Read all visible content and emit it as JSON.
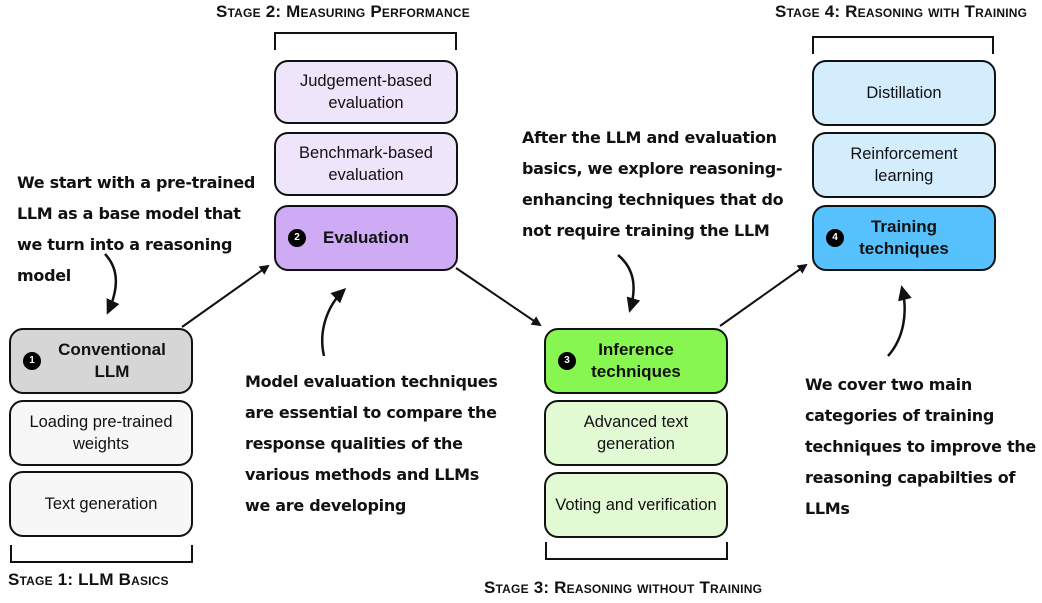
{
  "stages": {
    "stage1": {
      "title": "Stage 1: LLM Basics",
      "main": {
        "badge": "1",
        "label_line1": "Conventional",
        "label_line2": "LLM",
        "color": "#d6d6d6"
      },
      "items": [
        {
          "label": "Loading pre-trained weights",
          "color": "#f7f7f7"
        },
        {
          "label": "Text generation",
          "color": "#f7f7f7"
        }
      ]
    },
    "stage2": {
      "title": "Stage 2: Measuring Performance",
      "main": {
        "badge": "2",
        "label": "Evaluation",
        "color": "#cfaaf5"
      },
      "items": [
        {
          "label": "Judgement-based evaluation",
          "color": "#efe5fb"
        },
        {
          "label": "Benchmark-based evaluation",
          "color": "#efe5fb"
        }
      ]
    },
    "stage3": {
      "title": "Stage 3: Reasoning without Training",
      "main": {
        "badge": "3",
        "label_line1": "Inference",
        "label_line2": "techniques",
        "color": "#88f651"
      },
      "items": [
        {
          "label": "Advanced text generation",
          "color": "#e2fad3"
        },
        {
          "label": "Voting and verification",
          "color": "#e2fad3"
        }
      ]
    },
    "stage4": {
      "title": "Stage 4: Reasoning with Training",
      "main": {
        "badge": "4",
        "label_line1": "Training",
        "label_line2": "techniques",
        "color": "#56c1fc"
      },
      "items": [
        {
          "label": "Distillation",
          "color": "#d3edfd"
        },
        {
          "label": "Reinforcement learning",
          "color": "#d3edfd"
        }
      ]
    }
  },
  "notes": {
    "stage1": [
      "We start with a pre-trained",
      "LLM as a base model that",
      "we turn into a reasoning",
      "model"
    ],
    "stage2": [
      "Model evaluation techniques",
      "are essential to compare the",
      "response qualities of the",
      "various methods and LLMs",
      "we are developing"
    ],
    "stage3": [
      "After the LLM and evaluation",
      "basics, we explore reasoning-",
      "enhancing techniques that do",
      "not require training the LLM"
    ],
    "stage4": [
      "We cover two main",
      "categories of training",
      "techniques to improve the",
      "reasoning capabilties of",
      "LLMs"
    ]
  }
}
